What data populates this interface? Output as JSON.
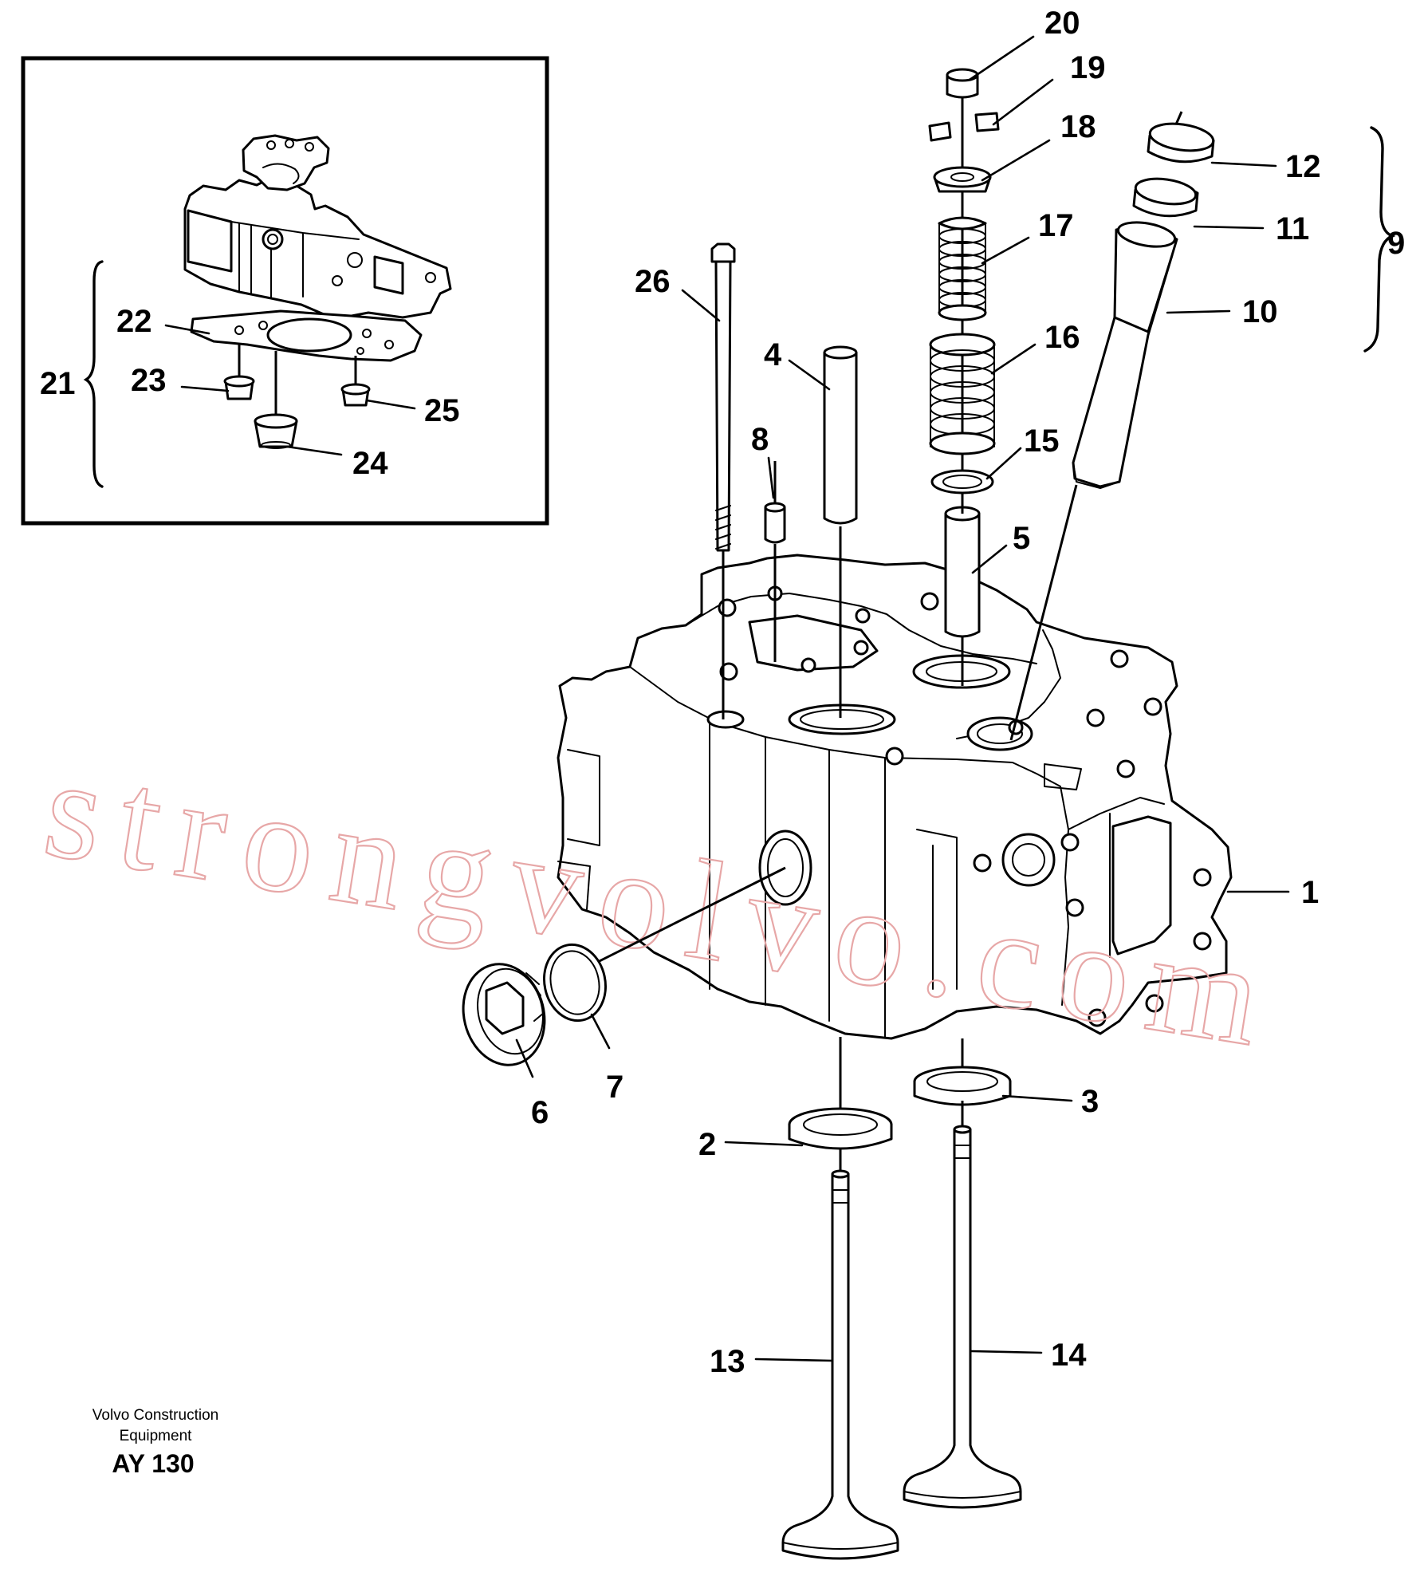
{
  "watermark": "strongvolvo.com",
  "footer": {
    "company_line1": "Volvo Construction",
    "company_line2": "Equipment",
    "code": "AY 130"
  },
  "callouts": {
    "c1": "1",
    "c2": "2",
    "c3": "3",
    "c4": "4",
    "c5": "5",
    "c6": "6",
    "c7": "7",
    "c8": "8",
    "c9": "9",
    "c10": "10",
    "c11": "11",
    "c12": "12",
    "c13": "13",
    "c14": "14",
    "c15": "15",
    "c16": "16",
    "c17": "17",
    "c18": "18",
    "c19": "19",
    "c20": "20",
    "c21": "21",
    "c22": "22",
    "c23": "23",
    "c24": "24",
    "c25": "25",
    "c26": "26"
  },
  "colors": {
    "line": "#000000",
    "watermark": "#e7a7a7",
    "background": "#ffffff"
  }
}
